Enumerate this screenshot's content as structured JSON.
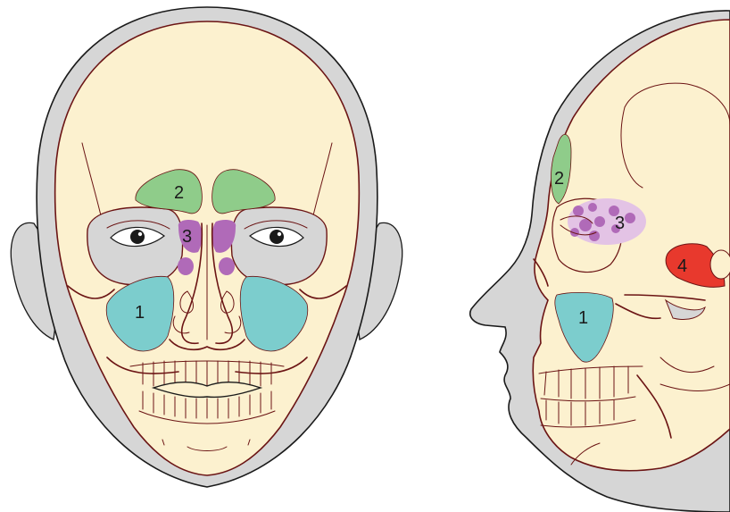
{
  "diagram": {
    "views": [
      {
        "name": "frontal",
        "labels": [
          {
            "id": "frontal-sinus-label",
            "text": "2"
          },
          {
            "id": "ethmoid-sinus-label",
            "text": "3"
          },
          {
            "id": "maxillary-sinus-label",
            "text": "1"
          }
        ]
      },
      {
        "name": "lateral",
        "labels": [
          {
            "id": "frontal-sinus-label",
            "text": "2"
          },
          {
            "id": "ethmoid-sinus-label",
            "text": "3"
          },
          {
            "id": "maxillary-sinus-label",
            "text": "1"
          },
          {
            "id": "sphenoid-sinus-label",
            "text": "4"
          }
        ]
      }
    ]
  },
  "colors": {
    "skin": "#d6d6d6",
    "skull": "#fcf1cf",
    "outline": "#6b1414",
    "maxillary": "#7ccdcd",
    "frontal": "#8fcc8a",
    "ethmoid": "#b06ab8",
    "ethmoid_light": "#e3c3e5",
    "sphenoid": "#e8392d"
  }
}
